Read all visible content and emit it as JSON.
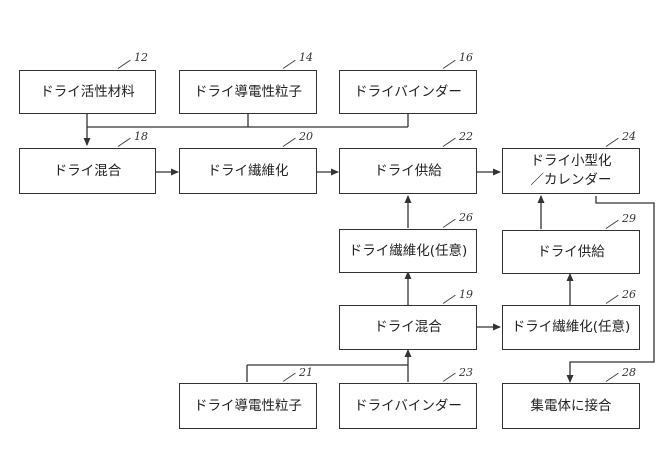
{
  "boxes": {
    "b12": {
      "label": "ドライ活性材料",
      "ref": "12"
    },
    "b14": {
      "label": "ドライ導電性粒子",
      "ref": "14"
    },
    "b16": {
      "label": "ドライバインダー",
      "ref": "16"
    },
    "b18": {
      "label": "ドライ混合",
      "ref": "18"
    },
    "b20": {
      "label": "ドライ繊維化",
      "ref": "20"
    },
    "b22": {
      "label": "ドライ供給",
      "ref": "22"
    },
    "b24": {
      "label_line1": "ドライ小型化",
      "label_line2": "／カレンダー",
      "ref": "24"
    },
    "b26a": {
      "label": "ドライ繊維化(任意)",
      "ref": "26"
    },
    "b29": {
      "label": "ドライ供給",
      "ref": "29"
    },
    "b19": {
      "label": "ドライ混合",
      "ref": "19"
    },
    "b26b": {
      "label": "ドライ繊維化(任意)",
      "ref": "26"
    },
    "b21": {
      "label": "ドライ導電性粒子",
      "ref": "21"
    },
    "b23": {
      "label": "ドライバインダー",
      "ref": "23"
    },
    "b28": {
      "label": "集電体に接合",
      "ref": "28"
    }
  }
}
